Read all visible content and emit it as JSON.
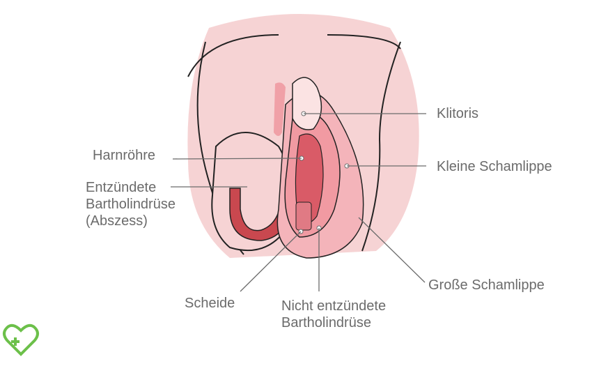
{
  "labels": {
    "klitoris": "Klitoris",
    "harnroehre": "Harnröhre",
    "kleine_schamlippe": "Kleine Schamlippe",
    "entzuendete_bartholindruese": "Entzündete\nBartholindrüse\n(Abszess)",
    "grosse_schamlippe": "Große Schamlippe",
    "scheide": "Scheide",
    "nicht_entzuendete_bartholindruese": "Nicht entzündete\nBartholindrüse"
  },
  "colors": {
    "skin": "#f6d3d4",
    "skin_dark": "#f0b7bb",
    "labia": "#f19aa2",
    "inner": "#d95b67",
    "abscess": "#c9484f",
    "outline": "#222222",
    "leader": "#6b6b6b",
    "logo": "#6cc04a"
  },
  "logo": {
    "icon": "heart-plus-icon"
  }
}
